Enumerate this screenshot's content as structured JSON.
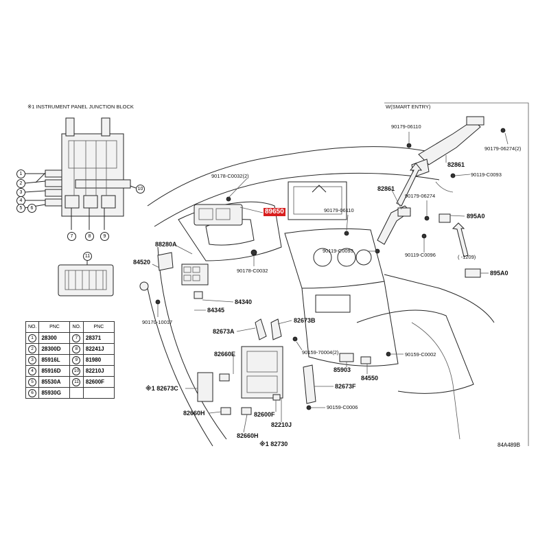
{
  "headers": {
    "junction_block": "※1 INSTRUMENT PANEL JUNCTION BLOCK",
    "smart_entry": "W(SMART ENTRY)",
    "range_note": "(   -1209)"
  },
  "callouts": {
    "c1": "1",
    "c2": "2",
    "c3": "3",
    "c4": "4",
    "c5": "5",
    "c6": "6",
    "c7": "7",
    "c8": "8",
    "c9": "9",
    "c10": "10",
    "c11": "11"
  },
  "labels": {
    "l_90178_c0032_2": "90178-C0032(2)",
    "l_89650": "89650",
    "l_88280a": "88280A",
    "l_84520": "84520",
    "l_90178_c0032": "90178-C0032",
    "l_84340": "84340",
    "l_84345": "84345",
    "l_90170_10017": "90170-10017",
    "l_82673a": "82673A",
    "l_82673b": "82673B",
    "l_82660e": "82660E",
    "l_82673c": "※1 82673C",
    "l_82660h_1": "82660H",
    "l_82600f": "82600F",
    "l_82210j": "82210J",
    "l_82660h_2": "82660H",
    "l_82730": "※1 82730",
    "l_90159_70004": "90159-70004(2)",
    "l_85903": "85903",
    "l_84550": "84550",
    "l_90159_c0002": "90159-C0002",
    "l_82673f": "82673F",
    "l_90159_c0006": "90159-C0006",
    "l_90179_06110_a": "90179-06110",
    "l_90179_06274_2": "90179-06274(2)",
    "l_82861_a": "82861",
    "l_90119_c0093_a": "90119-C0093",
    "l_82861_b": "82861",
    "l_90179_06274": "90179-06274",
    "l_90179_06110_b": "90179-06110",
    "l_895a0_a": "895A0",
    "l_90119_c0093_b": "90119-C0093",
    "l_90119_c0096": "90119-C0096",
    "l_895a0_b": "895A0"
  },
  "table": {
    "headers": [
      "NO.",
      "PNC",
      "NO.",
      "PNC"
    ],
    "rows": [
      {
        "no_l": "1",
        "pnc_l": "28300",
        "no_r": "7",
        "pnc_r": "28371"
      },
      {
        "no_l": "2",
        "pnc_l": "28300D",
        "no_r": "8",
        "pnc_r": "82241J"
      },
      {
        "no_l": "3",
        "pnc_l": "85916L",
        "no_r": "9",
        "pnc_r": "81980"
      },
      {
        "no_l": "4",
        "pnc_l": "85916D",
        "no_r": "10",
        "pnc_r": "82210J"
      },
      {
        "no_l": "5",
        "pnc_l": "85530A",
        "no_r": "11",
        "pnc_r": "82600F"
      },
      {
        "no_l": "6",
        "pnc_l": "85930G",
        "no_r": "",
        "pnc_r": ""
      }
    ]
  },
  "reference_code": "84A489B",
  "colors": {
    "highlight": "#d81e1e",
    "line": "#222222"
  }
}
